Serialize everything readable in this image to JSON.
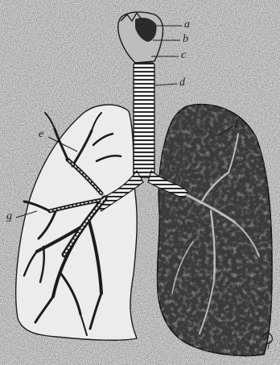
{
  "figure": {
    "labels": {
      "a": "a",
      "b": "b",
      "c": "c",
      "d": "d",
      "e": "e",
      "f": "f",
      "g": "g"
    },
    "corner_mark": "ff"
  },
  "colors": {
    "background": "#d9d9d9",
    "ink": "#1c1c1c",
    "dark_lung": "#3d3d3d",
    "light_lung": "#e7e7e7"
  }
}
